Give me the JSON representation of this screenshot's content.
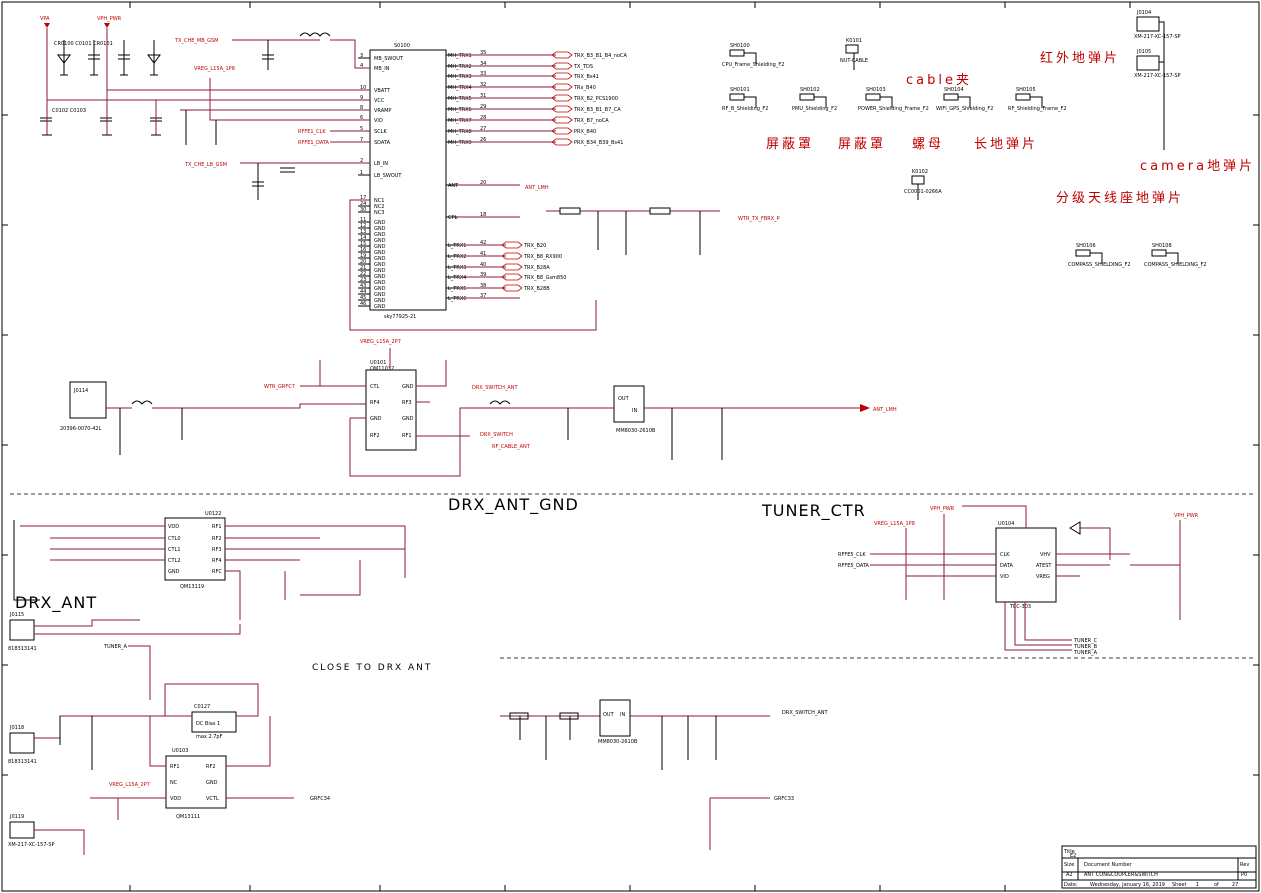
{
  "ic_main": {
    "ref": "S0100",
    "part": "sky77925-21",
    "pins_left": [
      {
        "num": "3",
        "name": "MB_SWOUT"
      },
      {
        "num": "4",
        "name": "MB_IN"
      },
      {
        "num": "10",
        "name": "VBATT"
      },
      {
        "num": "9",
        "name": "VCC"
      },
      {
        "num": "8",
        "name": "VRAMP"
      },
      {
        "num": "6",
        "name": "VIO"
      },
      {
        "num": "5",
        "name": "SCLK"
      },
      {
        "num": "7",
        "name": "SDATA"
      },
      {
        "num": "2",
        "name": "LB_IN"
      },
      {
        "num": "1",
        "name": "LB_SWOUT"
      },
      {
        "num": "17",
        "name": "NC1"
      },
      {
        "num": "24",
        "name": "NC2"
      },
      {
        "num": "30",
        "name": "NC3"
      },
      {
        "num": "11",
        "name": "GND"
      },
      {
        "num": "12",
        "name": "GND"
      },
      {
        "num": "13",
        "name": "GND"
      },
      {
        "num": "14",
        "name": "GND"
      },
      {
        "num": "15",
        "name": "GND"
      },
      {
        "num": "16",
        "name": "GND"
      },
      {
        "num": "19",
        "name": "GND"
      },
      {
        "num": "20",
        "name": "GND"
      },
      {
        "num": "21",
        "name": "GND"
      },
      {
        "num": "22",
        "name": "GND"
      },
      {
        "num": "23",
        "name": "GND"
      },
      {
        "num": "43",
        "name": "GND"
      },
      {
        "num": "44",
        "name": "GND"
      },
      {
        "num": "45",
        "name": "GND"
      },
      {
        "num": "46",
        "name": "GND"
      }
    ],
    "pins_right": [
      {
        "num": "35",
        "name": "MH_TRX1",
        "net": "TRX_B3_B1_B4_noCA"
      },
      {
        "num": "34",
        "name": "MH_TRX2",
        "net": "TX_TDS"
      },
      {
        "num": "33",
        "name": "MH_TRX3",
        "net": "TRX_Bs41"
      },
      {
        "num": "32",
        "name": "MH_TRX4",
        "net": "TRx_B40"
      },
      {
        "num": "31",
        "name": "MH_TRX5",
        "net": "TRX_B2_PCS1900"
      },
      {
        "num": "29",
        "name": "MH_TRX6",
        "net": "TRX_B3_B1_B7_CA"
      },
      {
        "num": "28",
        "name": "MH_TRX7",
        "net": "TRX_B7_noCA"
      },
      {
        "num": "27",
        "name": "MH_TRX8",
        "net": "PRX_B40"
      },
      {
        "num": "26",
        "name": "MH_TRX9",
        "net": "PRX_B34_B39_Bs41"
      },
      {
        "num": "20",
        "name": "ANT",
        "net": "ANT_LMH"
      },
      {
        "num": "18",
        "name": "CPL",
        "net": "WTR_TX_FBRX_P"
      },
      {
        "num": "42",
        "name": "L_TRX1",
        "net": "TRX_B20"
      },
      {
        "num": "41",
        "name": "L_TRX2",
        "net": "TRX_B8_RX900"
      },
      {
        "num": "40",
        "name": "L_TRX3",
        "net": "TRX_B28A"
      },
      {
        "num": "39",
        "name": "L_TRX4",
        "net": "TRX_B8_Gsm850"
      },
      {
        "num": "38",
        "name": "L_TRX5",
        "net": "TRX_B28B"
      },
      {
        "num": "37",
        "name": "L_TRX6",
        "net": ""
      }
    ]
  },
  "nets": {
    "vpa": "VPA",
    "vph_pwr": "VPH_PWR",
    "tx_mb": "TX_CHE_MB_GSM",
    "vreg_l15": "VREG_L15A_1P8",
    "rffe_clk": "RFFE1_CLK",
    "rffe_data": "RFFE1_DATA",
    "tx_lb": "TX_CHE_LB_GSM",
    "ant_lmh": "ANT_LMH",
    "wtr_fbrx": "WTR_TX_FBRX_P",
    "wtr_grfc": "WTR_GRFC7",
    "drx_switch_ant": "DRX_SWITCH_ANT",
    "drx_switch": "DRX_SWITCH",
    "rf_cable_ant": "RF_CABLE_ANT",
    "vreg_2p7": "VREG_L15A_2P7",
    "tuner_a": "TUNER_A",
    "grfc34": "GRFC34",
    "grfc33": "GRFC33",
    "rffe5_clk": "RFFE5_CLK",
    "rffe5_data": "RFFE5_DATA",
    "tuner_c": "TUNER_C",
    "tuner_b": "TUNER_B"
  },
  "section_titles": {
    "drx_ant_gnd": "DRX_ANT_GND",
    "tuner_ctr": "TUNER_CTR",
    "drx_ant": "DRX_ANT",
    "close_to": "CLOSE TO DRX ANT"
  },
  "cn_labels": {
    "ir_spring": "红外地弹片",
    "cable": "cable夹",
    "shield1": "屏蔽罩",
    "shield2": "屏蔽罩",
    "nut": "螺母",
    "long_spring": "长地弹片",
    "camera": "camera地弹片",
    "diversity": "分级天线座地弹片"
  },
  "shields": [
    {
      "ref": "SH0100",
      "label": "CPU_Frame_Shielding_F2"
    },
    {
      "ref": "SH0101",
      "label": "RF_B_Shielding_F2"
    },
    {
      "ref": "SH0102",
      "label": "PMU_Shielding_F2"
    },
    {
      "ref": "SH0103",
      "label": "POWER_Shielding_Frame_F2"
    },
    {
      "ref": "SH0104",
      "label": "WIFI_GPS_Shielding_F2"
    },
    {
      "ref": "SH0105",
      "label": "RF_Shielding_Frame_F2"
    },
    {
      "ref": "SH0106",
      "label": "COMPASS_SHIELDING_F2"
    },
    {
      "ref": "SH0108",
      "label": "COMPASS_SHIELDING_F2"
    }
  ],
  "misc_parts": {
    "k0101": "K0101",
    "nut_cable": "NUT-CABLE",
    "k0102": "K0102",
    "cc0001": "CC0001-0266A",
    "j0104": "J0104",
    "j0104_part": "XM-217-XC-157-SP",
    "j0105": "J0105",
    "j0105_part": "XM-217-XC-157-SP",
    "u0101": "U0101",
    "u0101_part": "QM11032",
    "u0122": "U0122",
    "u0122_part": "QM13119",
    "u0103": "U0103",
    "u0103_part": "QM13111",
    "u0104": "U0104",
    "u0104_part": "TCC-303",
    "dc_bias": "DC Bias 1",
    "max_pf": "max 2.7pF",
    "c0127": "C0127",
    "j0114": "J0114",
    "j0114_part": "20396-0070-42L",
    "j0115": "J0115",
    "j0115_part": "818313141",
    "j0118": "J0118",
    "j0118_part": "818313141",
    "j0119": "J0119",
    "j0119_part": "XM-217-XC-157-SP",
    "lpf1": "MM8030-2610B",
    "lpf2": "MM8030-2610B"
  },
  "title_block": {
    "title_label": "Title",
    "title_value": "E2",
    "size_label": "Size",
    "size_value": "A2",
    "docnum_label": "Document Number",
    "docnum_value": "ANT CON&COUPLER&SWITCH",
    "rev_label": "Rev",
    "rev_value": "P0",
    "date_label": "Date:",
    "date_value": "Wednesday, January 16, 2019",
    "sheet_label": "Sheet",
    "sheet_value": "1",
    "of_label": "of",
    "of_value": "27"
  }
}
